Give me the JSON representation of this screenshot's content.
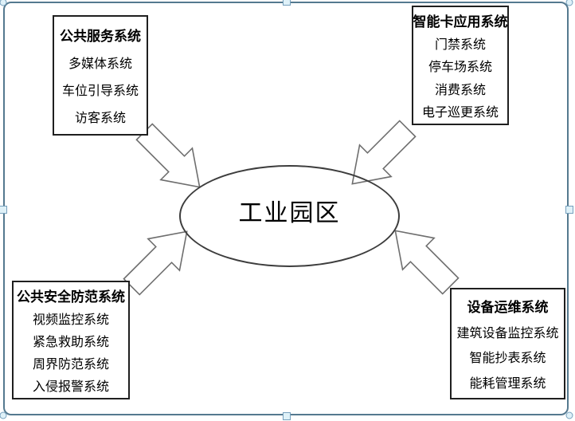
{
  "colors": {
    "canvas_border": "#54798f",
    "handle_fill": "#dff1f8",
    "handle_border": "#76a0bd",
    "box_border": "#1f1f1f",
    "arrow_outline": "#6e6e6e",
    "ellipse_outline": "#3d3d3d"
  },
  "icons": {
    "block_arrow": "hollow block arrow pointing toward center",
    "resize_handle": "square/circle drag handle on selected canvas"
  },
  "center": {
    "label": "工业园区"
  },
  "groups": [
    {
      "id": "public-service",
      "title": "公共服务系统",
      "items": [
        "多媒体系统",
        "车位引导系统",
        "访客系统"
      ]
    },
    {
      "id": "smart-card",
      "title": "智能卡应用系统",
      "items": [
        "门禁系统",
        "停车场系统",
        "消费系统",
        "电子巡更系统"
      ]
    },
    {
      "id": "public-security",
      "title": "公共安全防范系统",
      "items": [
        "视频监控系统",
        "紧急救助系统",
        "周界防范系统",
        "入侵报警系统"
      ]
    },
    {
      "id": "equipment-ops",
      "title": "设备运维系统",
      "items": [
        "建筑设备监控系统",
        "智能抄表系统",
        "能耗管理系统"
      ]
    }
  ]
}
